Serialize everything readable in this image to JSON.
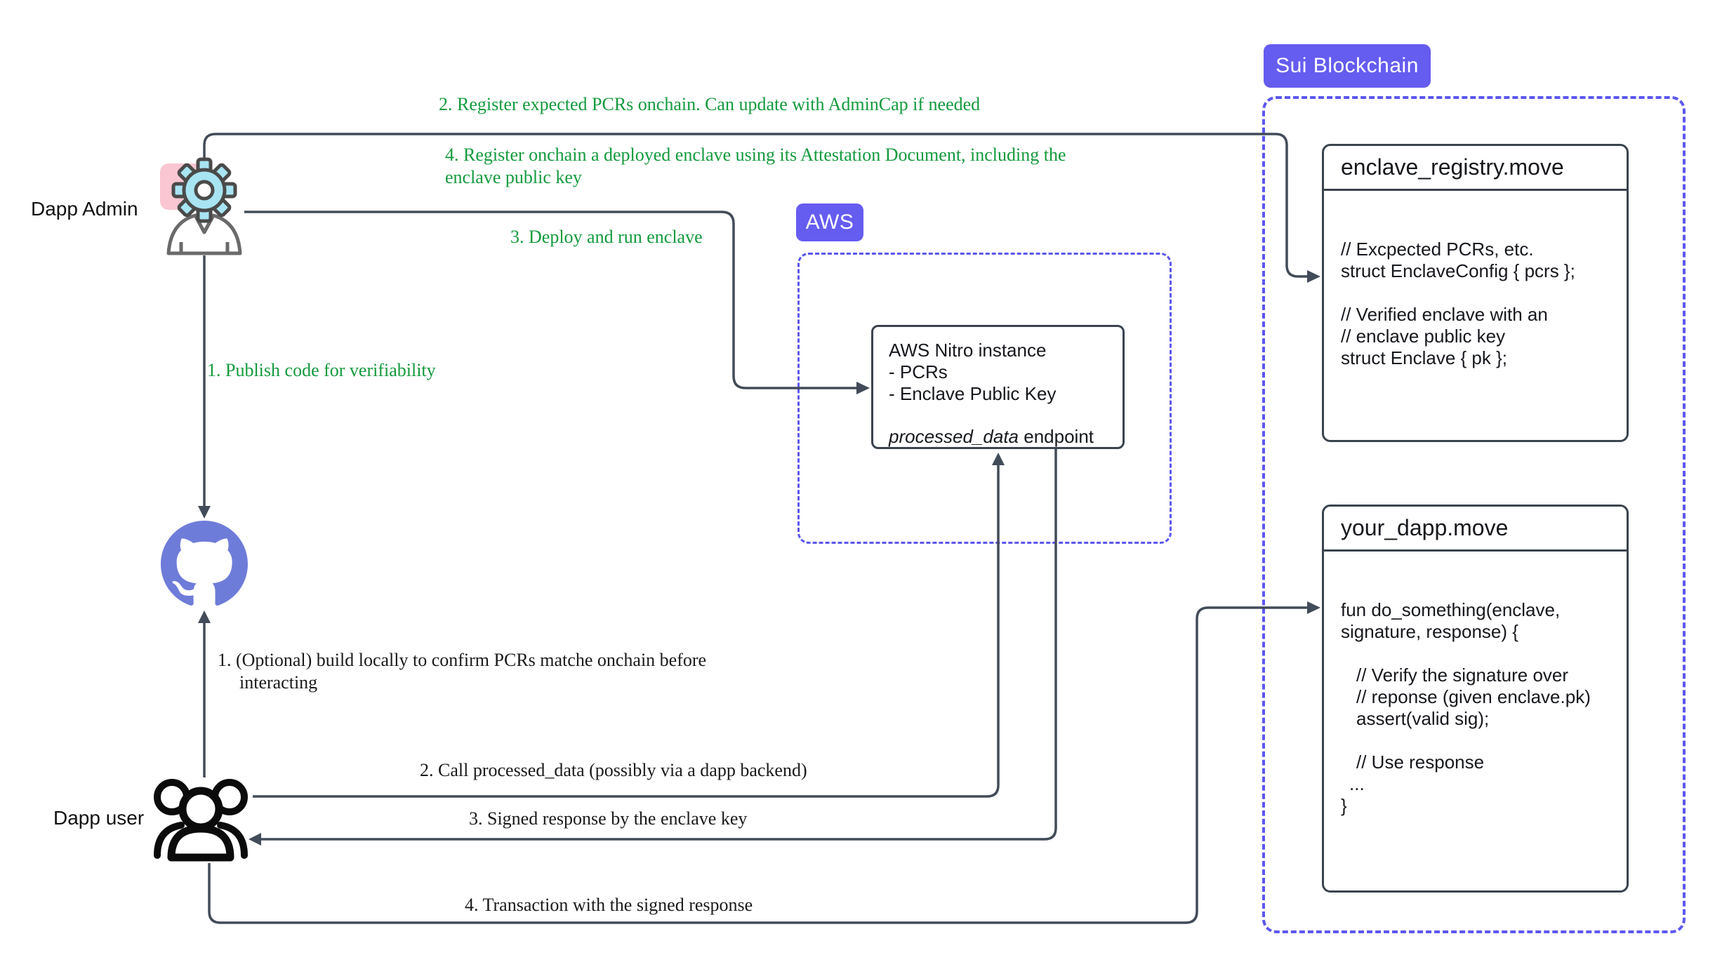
{
  "badges": {
    "sui": "Sui Blockchain",
    "aws": "AWS"
  },
  "actors": {
    "admin": "Dapp Admin",
    "user": "Dapp user"
  },
  "annotations": {
    "register_pcrs": "2. Register expected PCRs onchain. Can update with AdminCap if needed",
    "register_enclave": "4. Register onchain a deployed enclave using its Attestation Document, including the enclave public key",
    "deploy_enclave": "3. Deploy and run enclave",
    "publish_code": "1. Publish code for verifiability",
    "build_locally": "1. (Optional) build locally to confirm PCRs matche onchain before interacting",
    "call_endpoint": "2. Call processed_data (possibly via a dapp backend)",
    "signed_response": "3. Signed response by the enclave key",
    "transaction": "4. Transaction with the signed response"
  },
  "boxes": {
    "enclave_registry": {
      "title": "enclave_registry.move",
      "lines": [
        "// Excpected PCRs, etc.",
        "struct EnclaveConfig { pcrs };",
        "",
        "// Verified enclave with an",
        "// enclave public key",
        "struct Enclave { pk };"
      ]
    },
    "your_dapp": {
      "title": "your_dapp.move",
      "lines": [
        "fun do_something(enclave,",
        "signature, response) {",
        "",
        "// Verify the signature over",
        "// reponse (given enclave.pk)",
        "assert(valid sig);",
        "",
        "// Use response",
        "...",
        "}"
      ]
    },
    "aws_nitro": {
      "title": "AWS Nitro instance",
      "bullet_pcrs": "- PCRs",
      "bullet_key": "- Enclave Public Key",
      "endpoint_italic": "processed_data",
      "endpoint_rest": " endpoint"
    }
  },
  "colors": {
    "badge_purple": "#655cf0",
    "dashed_purple": "#5b57ee",
    "box_border": "#3b434f",
    "connector": "#424b59",
    "annotation_green": "#149a3d",
    "annotation_black": "#1a1a1a",
    "github_purple": "#6e7cd9",
    "gear_fill": "#a8e4f2",
    "gear_bg_pink": "#f9c6d2"
  }
}
